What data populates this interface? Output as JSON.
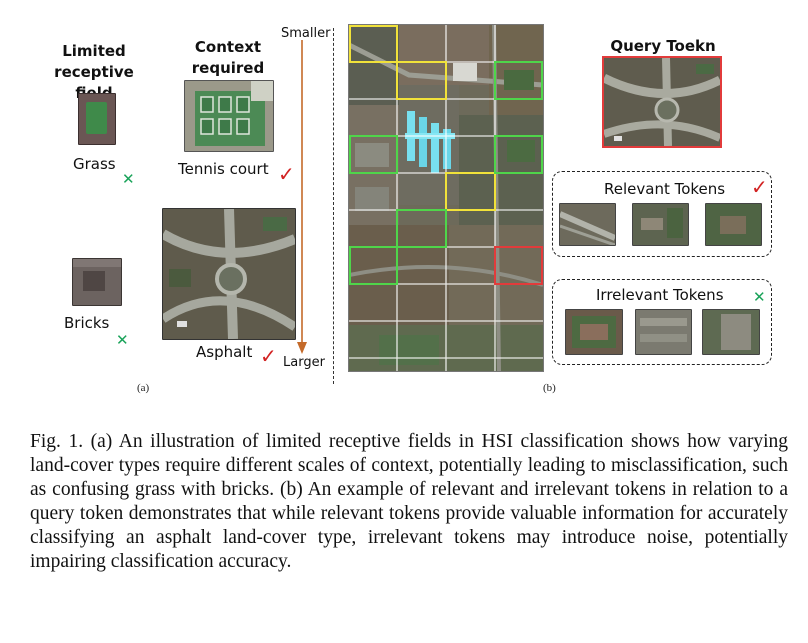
{
  "panel_a": {
    "sublabel": "(a)",
    "heading_limited": "Limited receptive field",
    "heading_context": "Context required",
    "grass_label": "Grass",
    "tennis_label": "Tennis court",
    "bricks_label": "Bricks",
    "asphalt_label": "Asphalt",
    "scale_top": "Smaller",
    "scale_bottom": "Larger"
  },
  "panel_b": {
    "sublabel": "(b)",
    "query_title": "Query Toekn",
    "relevant_title": "Relevant Tokens",
    "irrelevant_title": "Irrelevant Tokens"
  },
  "marks": {
    "cross": "✕",
    "check": "✓"
  },
  "colors": {
    "relevant_highlight": "#f1e23a",
    "green_highlight": "#4fd54a",
    "query_highlight": "#e23b3b",
    "cross_mark": "#1aa35a",
    "check_mark": "#d22222",
    "scale_arrow": "#c46a2a"
  },
  "caption": "Fig. 1.   (a) An illustration of limited receptive fields in HSI classification shows how varying land-cover types require different scales of context, potentially leading to misclassification, such as confusing grass with bricks. (b) An example of relevant and irrelevant tokens in relation to a query token demonstrates that while relevant tokens provide valuable information for accurately classifying an asphalt land-cover type, irrelevant tokens may introduce noise, potentially impairing classification accuracy."
}
